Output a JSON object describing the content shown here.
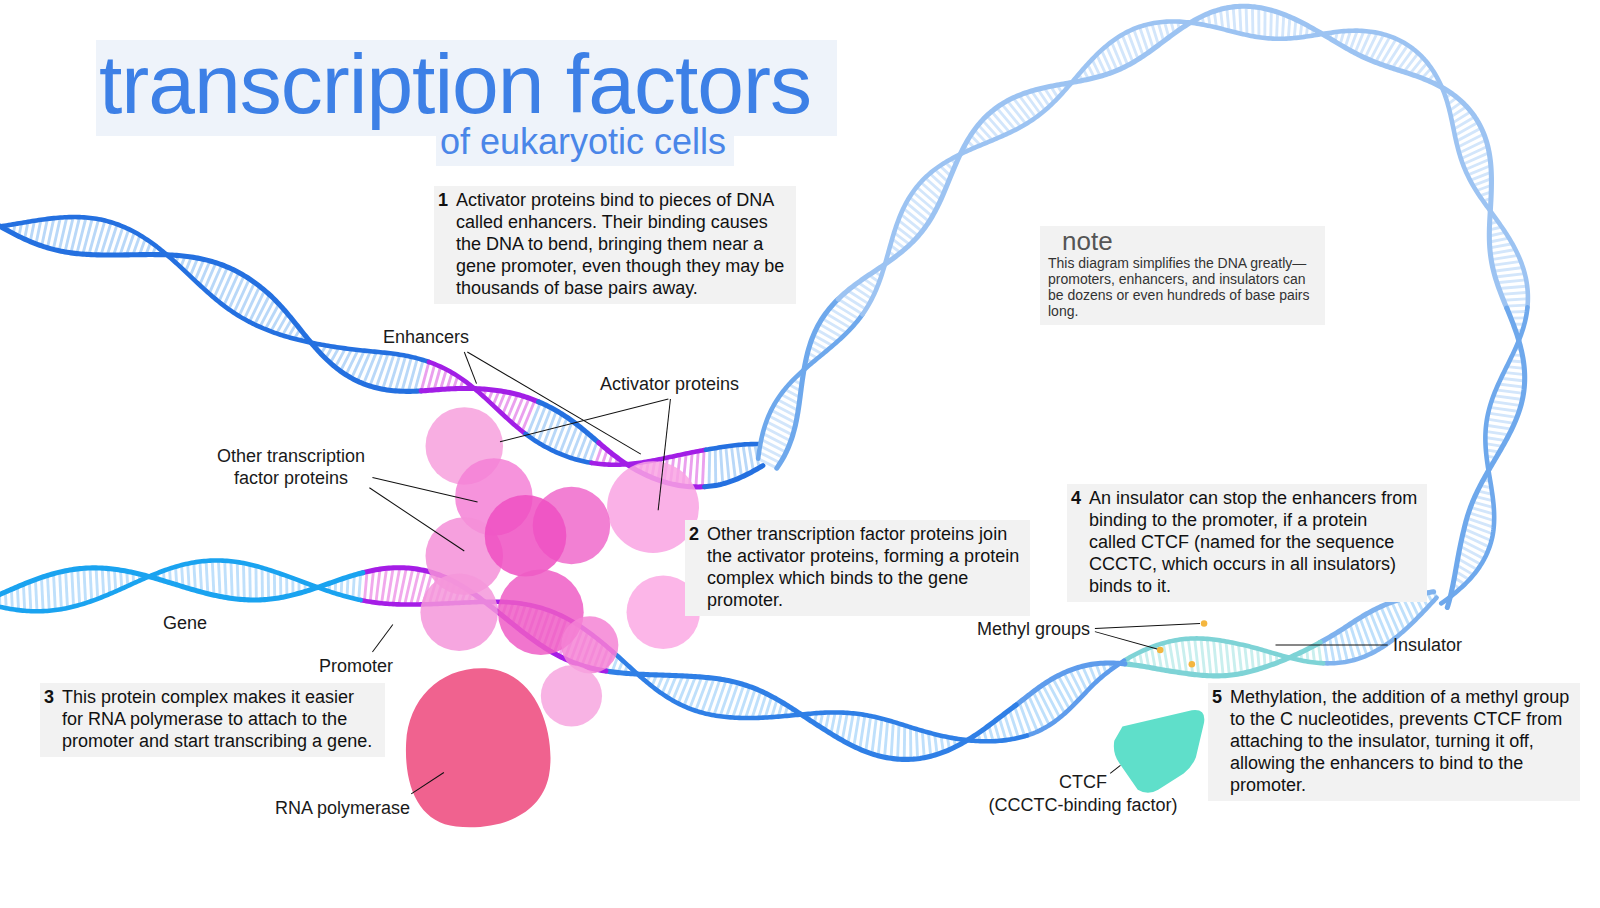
{
  "diagram": {
    "title": "transcription factors",
    "nodes": [
      {
        "text": [
          "1",
          "Activator proteins bind to pieces of DNA called enhancers. Their binding causes the DNA to bend, bringing them near a gene promoter, even though they may be thousands of base pairs away."
        ]
      },
      {
        "text": [
          "note",
          "This diagram simplifies the DNA greatly—promoters, enhancers, and insulators can be dozens or even hundreds of base pairs long."
        ]
      },
      {
        "text": [
          "2",
          "Other transcription factor proteins join the activator proteins, forming a protein complex which binds to the gene promoter."
        ]
      },
      {
        "text": [
          "3",
          "This protein complex makes it easier for RNA polymerase to attach to the promoter and start transcribing a gene."
        ]
      },
      {
        "text": [
          "4",
          "An insulator can stop the enhancers from binding to the promoter, if a protein called CTCF (named for the sequence CCCTC, which occurs in all insulators) binds to it."
        ]
      },
      {
        "text": [
          "5",
          "Methylation, the addition of a methyl group to the C nucleotides, prevents CTCF from attaching to the insulator, turning it off, allowing the enhancers to bind to the promoter."
        ]
      }
    ],
    "labels": [
      "of eukaryotic cells",
      "Enhancers",
      "Activator proteins",
      "Other transcription factor proteins",
      "Gene",
      "Promoter",
      "RNA polymerase",
      "Methyl groups",
      "Insulator",
      "CTCF",
      "(CCCTC-binding factor)"
    ]
  }
}
